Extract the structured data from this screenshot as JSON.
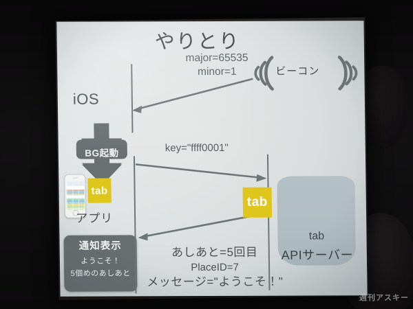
{
  "photo": {
    "watermark": "週刊アスキー"
  },
  "slide": {
    "title": "やりとり",
    "beacon": {
      "node_label": "ビーコン",
      "params": [
        "major=65535",
        "minor=1"
      ],
      "wave_left_icon": "signal-waves-left-icon",
      "wave_right_icon": "signal-waves-right-icon"
    },
    "ios": {
      "label": "iOS",
      "bg_launch_label": "BG起動",
      "bg_launch_icon": "down-arrow-icon",
      "phone_icon": "iphone-icon",
      "app_logo_text": "tab",
      "app_label": "アプリ"
    },
    "notification": {
      "title": "通知表示",
      "line1": "ようこそ！",
      "line2": "5個めのあしあと"
    },
    "server": {
      "logo_text": "tab",
      "name": "tab",
      "role": "APIサーバー",
      "shape_icon": "database-cylinder-icon"
    },
    "messages": [
      {
        "name": "beacon-advertisement",
        "direction": "left",
        "label": ""
      },
      {
        "name": "api-request",
        "direction": "right",
        "label": "key=\"ffff0001\""
      },
      {
        "name": "api-response",
        "direction": "left",
        "label": ""
      }
    ],
    "response_payload": {
      "line1": "あしあと=5回目",
      "line2": "PlaceID=7",
      "line3": "メッセージ=\"ようこそ！\""
    },
    "colors": {
      "brand_yellow": "#dfc61c",
      "box_gray": "#686e70",
      "server_gray": "#b0bdc2",
      "line_gray": "#6e7577",
      "screen_bg": "#e4e8e7"
    }
  }
}
